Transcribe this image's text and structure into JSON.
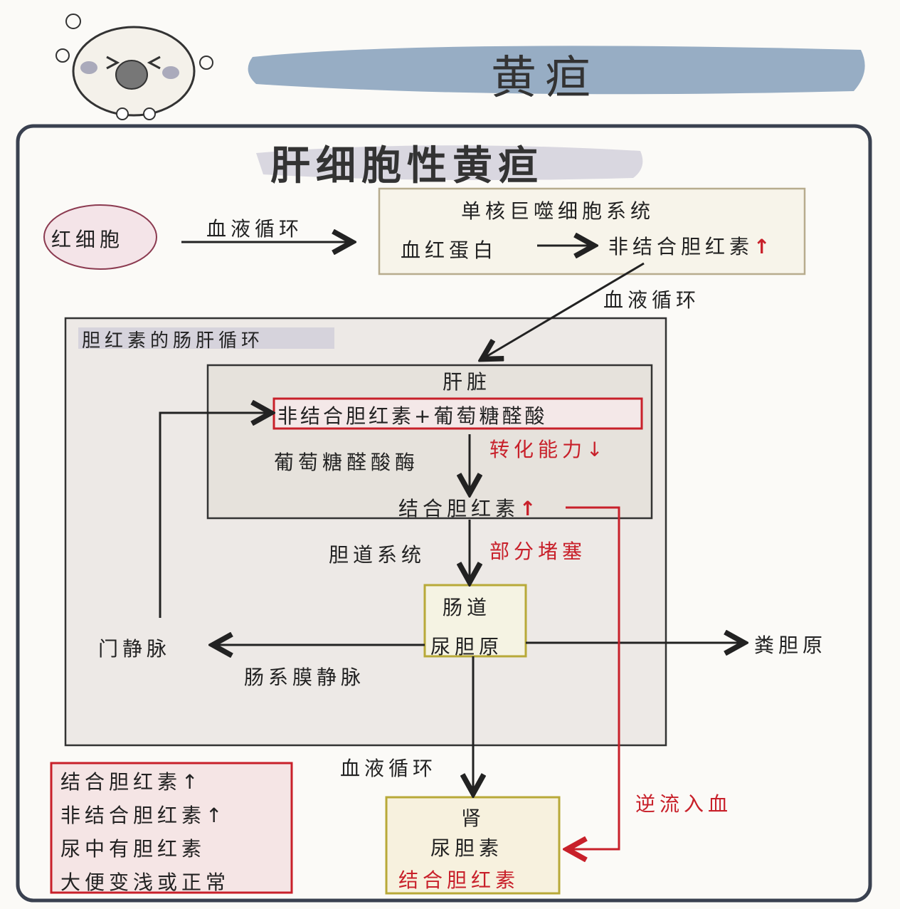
{
  "header": {
    "title": "黄疸"
  },
  "panel": {
    "title": "肝细胞性黄疸"
  },
  "mps": {
    "title": "单核巨噬细胞系统",
    "from": "血红蛋白",
    "to": "非结合胆红素",
    "up": "↑"
  },
  "rbc": "红细胞",
  "arrow_labels": {
    "blood1": "血液循环",
    "blood2": "血液循环",
    "blood3": "血液循环",
    "biliary": "胆道系统",
    "mesenteric": "肠系膜静脉",
    "reflux": "逆流入血",
    "blockage": "部分堵塞"
  },
  "cycle": {
    "title": "胆红素的肠肝循环"
  },
  "liver": {
    "title": "肝脏",
    "reaction": "非结合胆红素+葡萄糖醛酸",
    "capacity": "转化能力↓",
    "enzyme": "葡萄糖醛酸酶",
    "product": "结合胆红素",
    "up": "↑"
  },
  "intestine": {
    "title": "肠道",
    "content": "尿胆原"
  },
  "portal": "门静脉",
  "stool": "粪胆原",
  "kidney": {
    "title": "肾",
    "line1": "尿胆素",
    "line2": "结合胆红素"
  },
  "summary": [
    "结合胆红素↑",
    "非结合胆红素↑",
    "尿中有胆红素",
    "大便变浅或正常"
  ],
  "colors": {
    "banner": "#97adc4",
    "red": "#c8202a",
    "olive": "#b8a938",
    "frame": "#3a4150"
  }
}
